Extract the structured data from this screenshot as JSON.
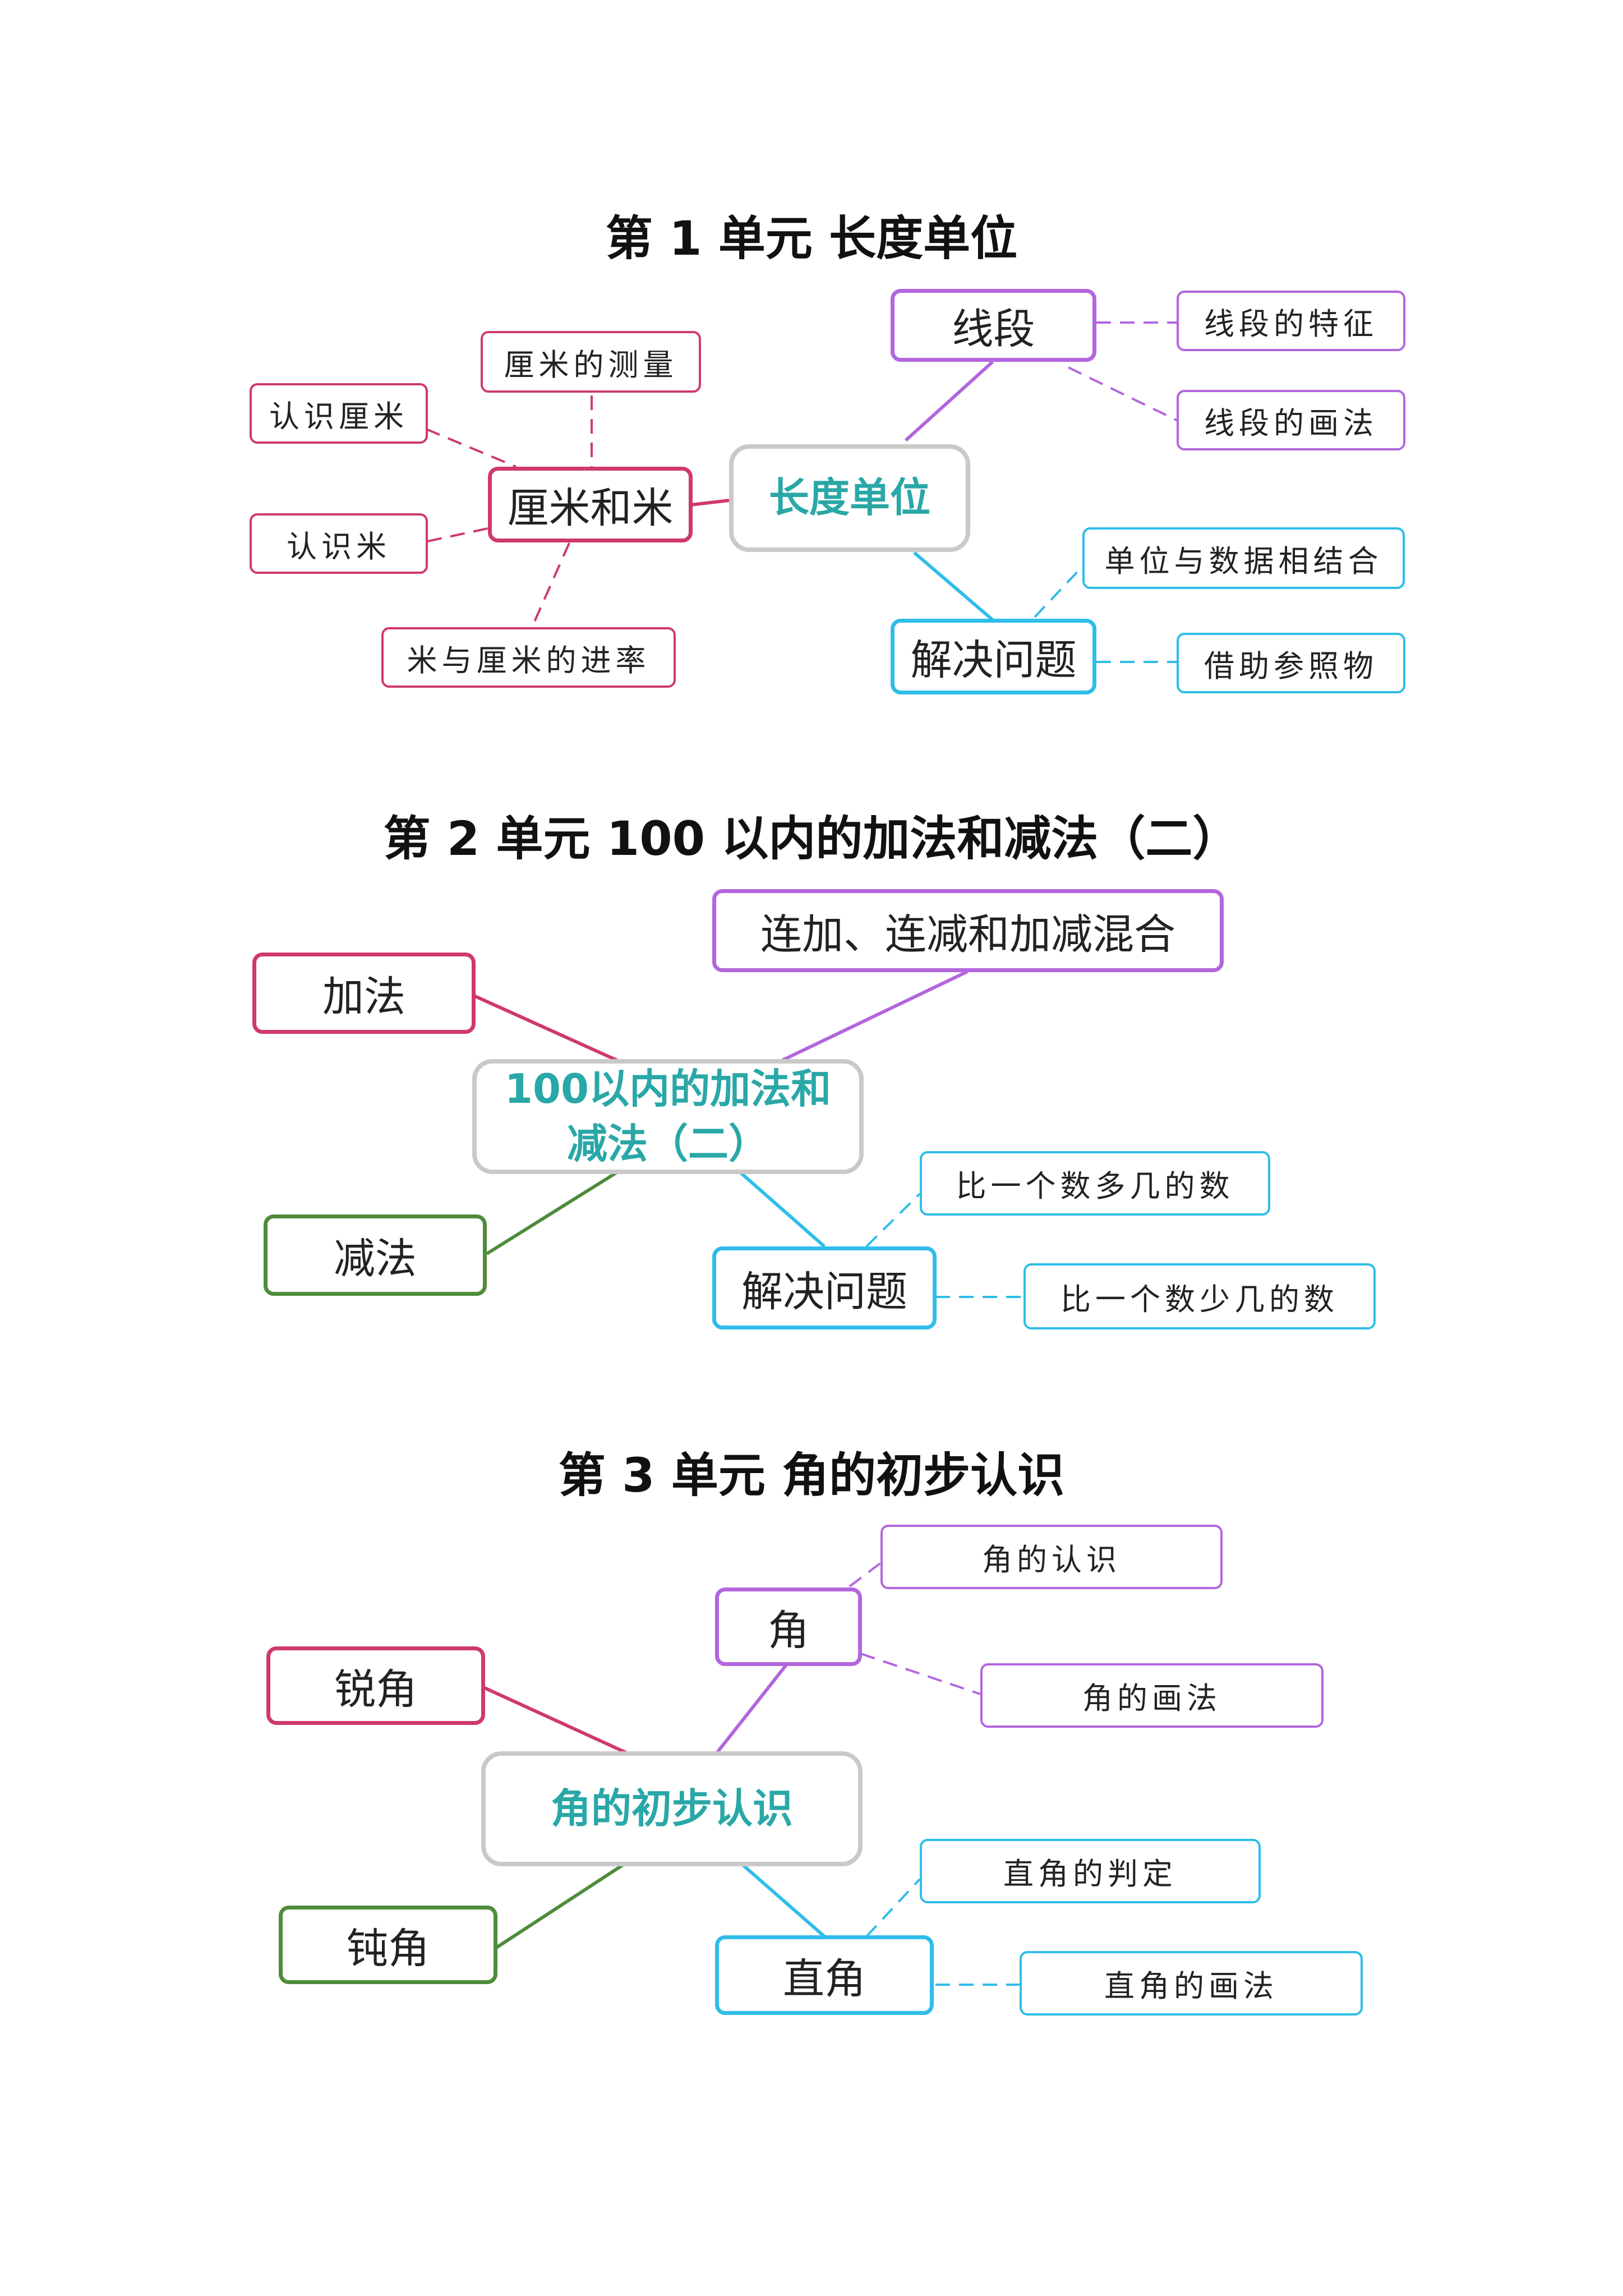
{
  "units": [
    {
      "title": "第 1 单元  长度单位",
      "center": "长度单位",
      "mains": [
        "厘米和米",
        "线段",
        "解决问题"
      ],
      "leaves": [
        "厘米的测量",
        "认识厘米",
        "认识米",
        "米与厘米的进率",
        "线段的特征",
        "线段的画法",
        "单位与数据相结合",
        "借助参照物"
      ]
    },
    {
      "title": "第 2 单元  100 以内的加法和减法（二）",
      "center": "100以内的加法和减法（二）",
      "mains": [
        "连加、连减和加减混合",
        "加法",
        "减法",
        "解决问题"
      ],
      "leaves": [
        "比一个数多几的数",
        "比一个数少几的数"
      ]
    },
    {
      "title": "第 3 单元  角的初步认识",
      "center": "角的初步认识",
      "mains": [
        "角",
        "锐角",
        "钝角",
        "直角"
      ],
      "leaves": [
        "角的认识",
        "角的画法",
        "直角的判定",
        "直角的画法"
      ]
    }
  ],
  "colors": {
    "pink": "#cf3a6a",
    "purple": "#b266dd",
    "blue": "#2fbde9",
    "green": "#4e8c3a",
    "center_text": "#2aa7a7",
    "center_border": "#c9c9c9"
  }
}
